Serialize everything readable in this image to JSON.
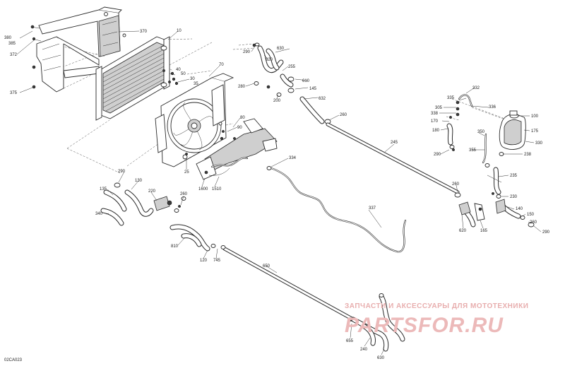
{
  "diagram": {
    "code": "02CA023",
    "watermark": {
      "text": "ЗАПЧАСТИ И АКСЕССУАРЫ ДЛЯ МОТОТЕХНИКИ",
      "logo": "PARTSFOR.RU"
    },
    "labels": [
      {
        "id": "380",
        "text": "380"
      },
      {
        "id": "385",
        "text": "385"
      },
      {
        "id": "372",
        "text": "372"
      },
      {
        "id": "370",
        "text": "370"
      },
      {
        "id": "10",
        "text": "10"
      },
      {
        "id": "375",
        "text": "375"
      },
      {
        "id": "40",
        "text": "40"
      },
      {
        "id": "50",
        "text": "50"
      },
      {
        "id": "30",
        "text": "30"
      },
      {
        "id": "35",
        "text": "35"
      },
      {
        "id": "70",
        "text": "70"
      },
      {
        "id": "290a",
        "text": "290"
      },
      {
        "id": "620a",
        "text": "620"
      },
      {
        "id": "630",
        "text": "630"
      },
      {
        "id": "255",
        "text": "255"
      },
      {
        "id": "280",
        "text": "280"
      },
      {
        "id": "610",
        "text": "610"
      },
      {
        "id": "145",
        "text": "145"
      },
      {
        "id": "200",
        "text": "200"
      },
      {
        "id": "632",
        "text": "632"
      },
      {
        "id": "260a",
        "text": "260"
      },
      {
        "id": "80",
        "text": "80"
      },
      {
        "id": "90",
        "text": "90"
      },
      {
        "id": "25",
        "text": "25"
      },
      {
        "id": "334",
        "text": "334"
      },
      {
        "id": "245",
        "text": "245"
      },
      {
        "id": "1600",
        "text": "1600"
      },
      {
        "id": "1510",
        "text": "1510"
      },
      {
        "id": "290b",
        "text": "290"
      },
      {
        "id": "130",
        "text": "130"
      },
      {
        "id": "135",
        "text": "135"
      },
      {
        "id": "220",
        "text": "220"
      },
      {
        "id": "260b",
        "text": "260"
      },
      {
        "id": "340",
        "text": "340"
      },
      {
        "id": "337",
        "text": "337"
      },
      {
        "id": "260c",
        "text": "260"
      },
      {
        "id": "620b",
        "text": "620"
      },
      {
        "id": "165",
        "text": "165"
      },
      {
        "id": "810",
        "text": "810"
      },
      {
        "id": "120",
        "text": "120"
      },
      {
        "id": "745",
        "text": "745"
      },
      {
        "id": "650",
        "text": "650"
      },
      {
        "id": "332",
        "text": "332"
      },
      {
        "id": "335",
        "text": "335"
      },
      {
        "id": "336",
        "text": "336"
      },
      {
        "id": "305",
        "text": "305"
      },
      {
        "id": "338",
        "text": "338"
      },
      {
        "id": "100",
        "text": "100"
      },
      {
        "id": "170",
        "text": "170"
      },
      {
        "id": "175",
        "text": "175"
      },
      {
        "id": "180",
        "text": "180"
      },
      {
        "id": "350",
        "text": "350"
      },
      {
        "id": "330",
        "text": "330"
      },
      {
        "id": "355",
        "text": "355"
      },
      {
        "id": "290c",
        "text": "290"
      },
      {
        "id": "238",
        "text": "238"
      },
      {
        "id": "235",
        "text": "235"
      },
      {
        "id": "230",
        "text": "230"
      },
      {
        "id": "140",
        "text": "140"
      },
      {
        "id": "150",
        "text": "150"
      },
      {
        "id": "260d",
        "text": "260"
      },
      {
        "id": "290d",
        "text": "290"
      },
      {
        "id": "655",
        "text": "655"
      },
      {
        "id": "240",
        "text": "240"
      },
      {
        "id": "630b",
        "text": "630"
      }
    ]
  }
}
